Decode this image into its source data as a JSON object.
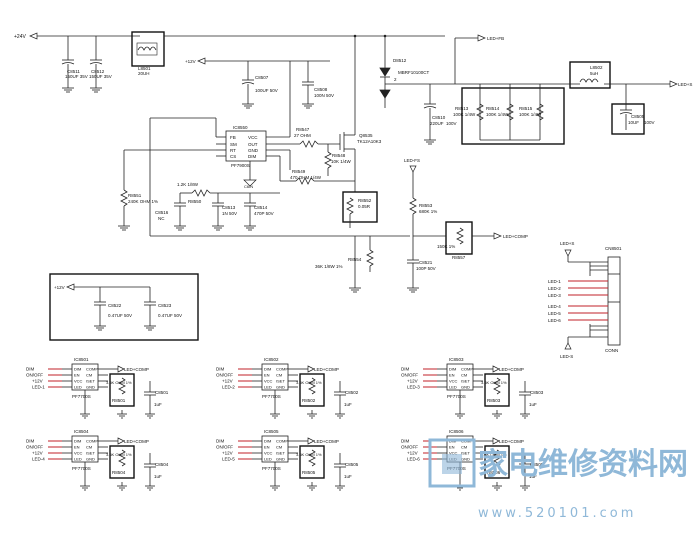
{
  "nets": {
    "v24": "+24V",
    "v12a": "+12V",
    "v12b": "+12V",
    "ledfb": "LED+FB",
    "ledp": "LED+S",
    "ledfs": "LED-FS",
    "ledcomp": "LED+COMP",
    "leds_top": "LED+S",
    "leds_bot": "LED-S"
  },
  "components": {
    "c8511": [
      "C8511",
      "150UF 35V"
    ],
    "c8512": [
      "C8512",
      "150UF 35V"
    ],
    "l8501": [
      "L8501",
      "20UH"
    ],
    "c8507": [
      "C8507",
      "100UF 50V"
    ],
    "c8508": [
      "C8508",
      "100N 50V"
    ],
    "d8512": [
      "D8512",
      "MBRF10100CT"
    ],
    "c8510": [
      "C8510",
      "220UF",
      "100V"
    ],
    "r8513": [
      "R8513",
      "100K 1/4W"
    ],
    "r8514": [
      "R8514",
      "100K 1/4W"
    ],
    "r8515": [
      "R8515",
      "100K 1/4W"
    ],
    "l8502": [
      "L8502",
      "5uH"
    ],
    "c8505": [
      "C8505",
      "10UF",
      "100V"
    ],
    "ic8550": [
      "IC8550",
      "PF7900S"
    ],
    "r8547": [
      "R8547",
      "27 OHM"
    ],
    "q8535": [
      "Q8535",
      "TK12A10K3"
    ],
    "r8548": [
      "R8548",
      "10K 1/4W"
    ],
    "r8549": [
      "R8549",
      "470 OHM 1/4W"
    ],
    "r8551": [
      "R8551",
      "240K OHM 1%"
    ],
    "r8550": [
      "R8550",
      "1.2K 1/8W"
    ],
    "c8516": [
      "C8516",
      "NC"
    ],
    "c8513": [
      "C8513",
      "1N 50V"
    ],
    "c8514": [
      "C8514",
      "470P 50V"
    ],
    "c6in": "C6IN",
    "r8552": [
      "R8552",
      "0.05R"
    ],
    "r8553": [
      "R8553",
      "680K 1%"
    ],
    "r8557": [
      "R8557",
      "150K 1%"
    ],
    "c8521": [
      "C8521",
      "100P 50V"
    ],
    "r8554": [
      "R8554",
      "36K 1/8W 1%"
    ],
    "c8522": [
      "C8522",
      "0.47UF 50V"
    ],
    "c8523": [
      "C8523",
      "0.47UF 50V"
    ],
    "cn8501": [
      "CN8501",
      "CONN"
    ]
  },
  "connector_labels": [
    "LED-1",
    "LED-2",
    "LED-3",
    "LED-4",
    "LED-5",
    "LED-6"
  ],
  "drivers": [
    {
      "ic": "IC8501",
      "part": "PF7700S",
      "res": "R8501",
      "cap": "C8501",
      "led": "LED-1"
    },
    {
      "ic": "IC8502",
      "part": "PF7700S",
      "res": "R8502",
      "cap": "C8502",
      "led": "LED-2"
    },
    {
      "ic": "IC8503",
      "part": "PF7700S",
      "res": "R8503",
      "cap": "C8503",
      "led": "LED-3"
    },
    {
      "ic": "IC8504",
      "part": "PF7700S",
      "res": "R8504",
      "cap": "C8504",
      "led": "LED-4"
    },
    {
      "ic": "IC8505",
      "part": "PF7700S",
      "res": "R8505",
      "cap": "C8505",
      "led": "LED-5"
    },
    {
      "ic": "IC8506",
      "part": "PF7700S",
      "res": "R8506",
      "cap": "C8506",
      "led": "LED-6"
    }
  ],
  "driver_common": {
    "pins_left": [
      "DIM",
      "EN",
      "VCC",
      "LED"
    ],
    "pins_right": [
      "COMP",
      "CM",
      "ISET",
      "GND"
    ],
    "inputs": [
      "DIM",
      "ON/OFF",
      "+12V"
    ],
    "comp_net": "LED+COMP",
    "res_value": "3.6K OHM 1%",
    "cap_value": "1uF"
  },
  "main_ic_pins_left": [
    "FB",
    "SM",
    "RT",
    "CS"
  ],
  "main_ic_pins_right": [
    "VCC",
    "OUT",
    "GND",
    "DIM"
  ],
  "watermark": {
    "title": "家电维修资料网",
    "url": "www.520101.com"
  }
}
